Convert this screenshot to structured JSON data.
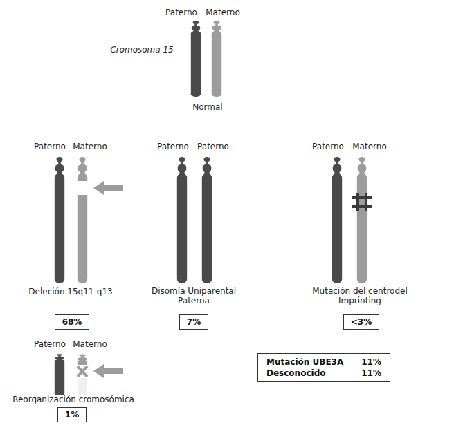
{
  "diagram": {
    "nodes": [
      {
        "text": [
          "68%"
        ]
      },
      {
        "text": [
          "7%"
        ]
      },
      {
        "text": [
          "<3%"
        ]
      },
      {
        "text": [
          "Mutación UBE3A",
          "11%",
          "Desconocido",
          "11%"
        ]
      },
      {
        "text": [
          "1%"
        ]
      }
    ],
    "labels": [
      "Paterno",
      "Materno",
      "Cromosoma 15",
      "Normal",
      "Paterno",
      "Materno",
      "Paterno",
      "Paterno",
      "Paterno",
      "Materno",
      "Deleción 15q11-q13",
      "Disomía Uniparental Paterna",
      "Mutación del centrodel Imprinting",
      "Paterno",
      "Materno",
      "Reorganización cromosómica"
    ]
  }
}
